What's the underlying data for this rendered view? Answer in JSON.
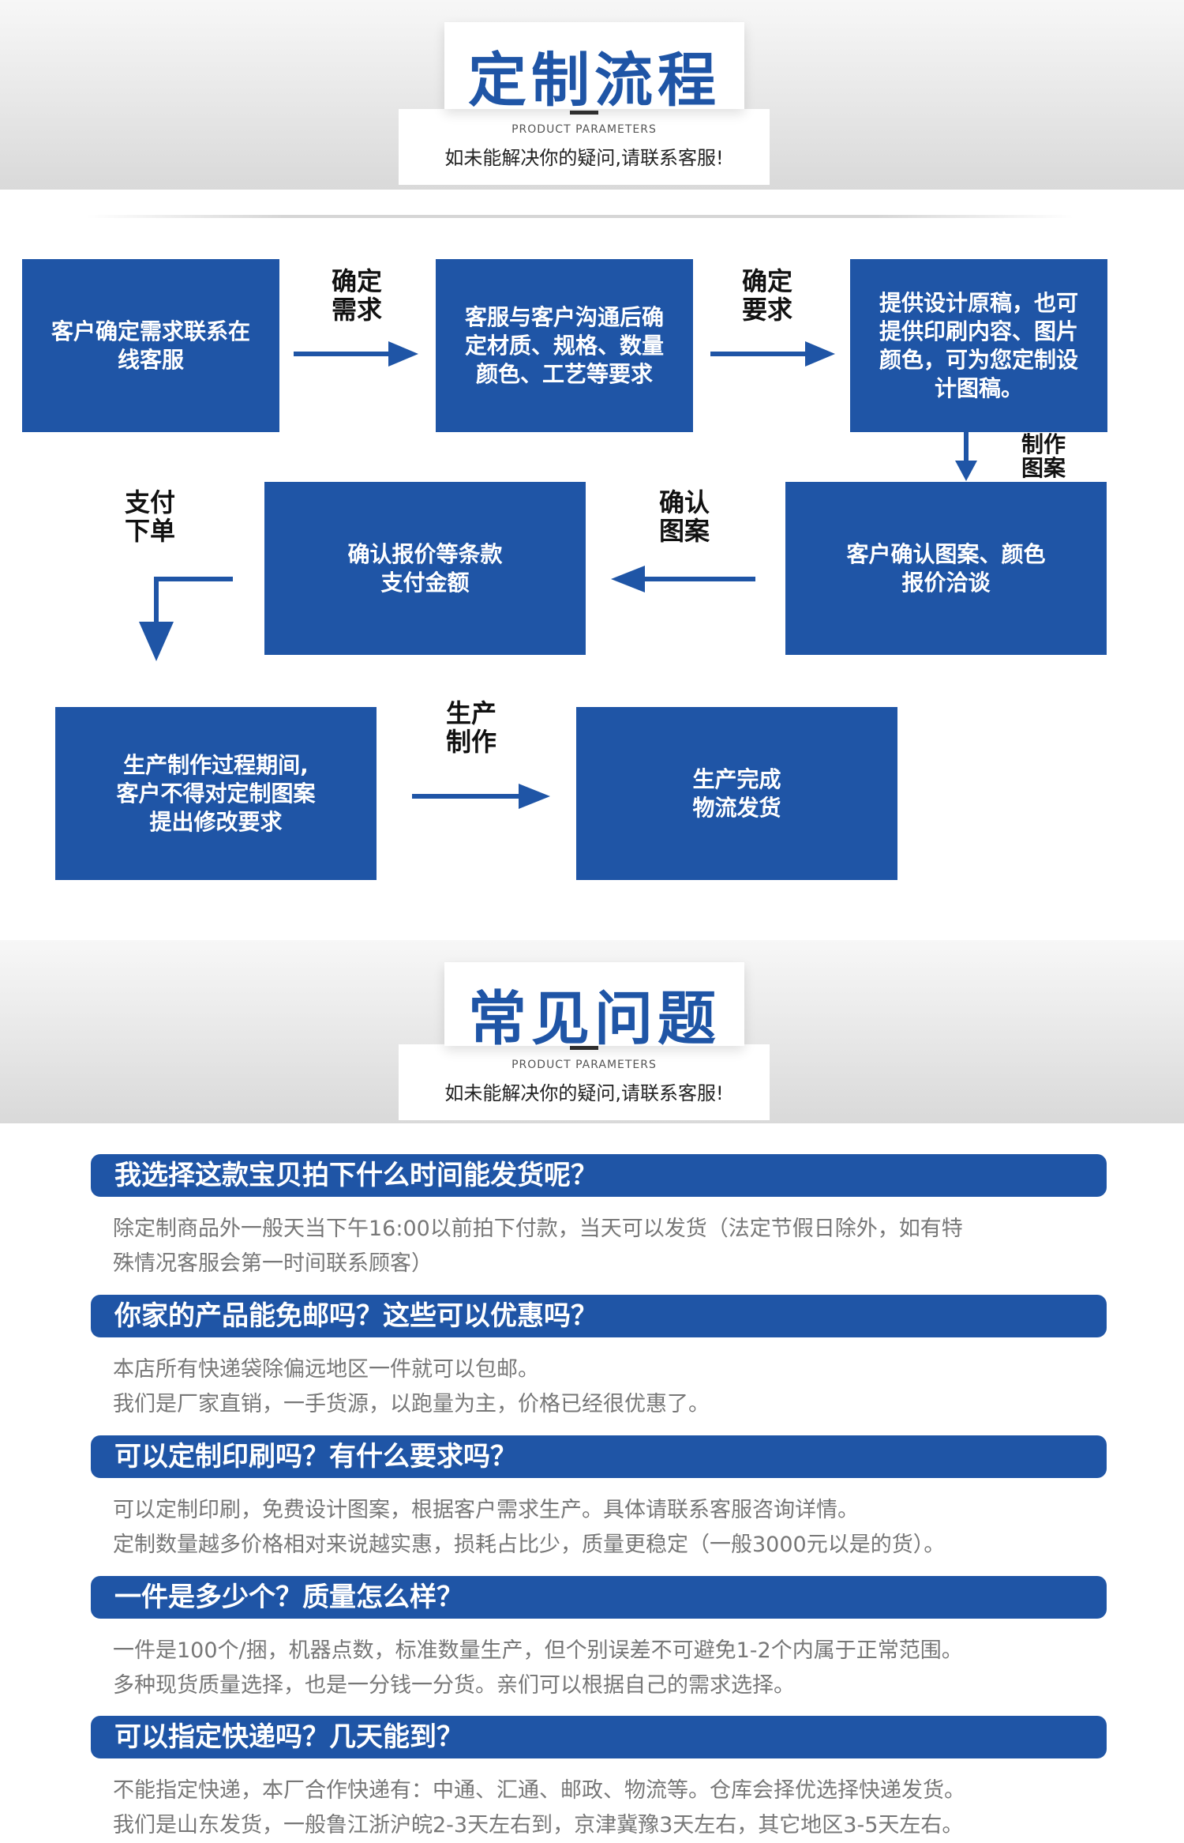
{
  "process_section": {
    "title": "定制流程",
    "subtitle_en": "PRODUCT PARAMETERS",
    "subtitle_cn": "如未能解决你的疑问,请联系客服!"
  },
  "flow": {
    "boxes": [
      "客户确定需求联系在\n线客服",
      "客服与客户沟通后确\n定材质、规格、数量\n颜色、工艺等要求",
      "提供设计原稿，也可\n提供印刷内容、图片\n颜色，可为您定制设\n计图稿。",
      "客户确认图案、颜色\n报价洽谈",
      "确认报价等条款\n支付金额",
      "生产制作过程期间,\n客户不得对定制图案\n提出修改要求",
      "生产完成\n物流发货"
    ],
    "labels": [
      "确定\n需求",
      "确定\n要求",
      "制作\n图案",
      "确认\n图案",
      "支付\n下单",
      "生产\n制作"
    ]
  },
  "faq_section": {
    "title": "常见问题",
    "subtitle_en": "PRODUCT PARAMETERS",
    "subtitle_cn": "如未能解决你的疑问,请联系客服!"
  },
  "faq": [
    {
      "question": "我选择这款宝贝拍下什么时间能发货呢？",
      "answer": [
        "除定制商品外一般天当下午16:00以前拍下付款，当天可以发货（法定节假日除外，如有特",
        "殊情况客服会第一时间联系顾客）"
      ]
    },
    {
      "question": "你家的产品能免邮吗？这些可以优惠吗？",
      "answer": [
        "本店所有快递袋除偏远地区一件就可以包邮。",
        "我们是厂家直销，一手货源，以跑量为主，价格已经很优惠了。"
      ]
    },
    {
      "question": "可以定制印刷吗？有什么要求吗？",
      "answer": [
        "可以定制印刷，免费设计图案，根据客户需求生产。具体请联系客服咨询详情。",
        "定制数量越多价格相对来说越实惠，损耗占比少，质量更稳定（一般3000元以是的货）。"
      ]
    },
    {
      "question": "一件是多少个？质量怎么样？",
      "answer": [
        "一件是100个/捆，机器点数，标准数量生产，但个别误差不可避免1-2个内属于正常范围。",
        "多种现货质量选择，也是一分钱一分货。亲们可以根据自己的需求选择。"
      ]
    },
    {
      "question": "可以指定快递吗？几天能到？",
      "answer": [
        "不能指定快递，本厂合作快递有：中通、汇通、邮政、物流等。仓库会择优选择快递发货。",
        "我们是山东发货，一般鲁江浙沪皖2-3天左右到，京津冀豫3天左右，其它地区3-5天左右。"
      ]
    }
  ],
  "colors": {
    "accent": "#1f55a6",
    "answer_text": "#777777"
  }
}
